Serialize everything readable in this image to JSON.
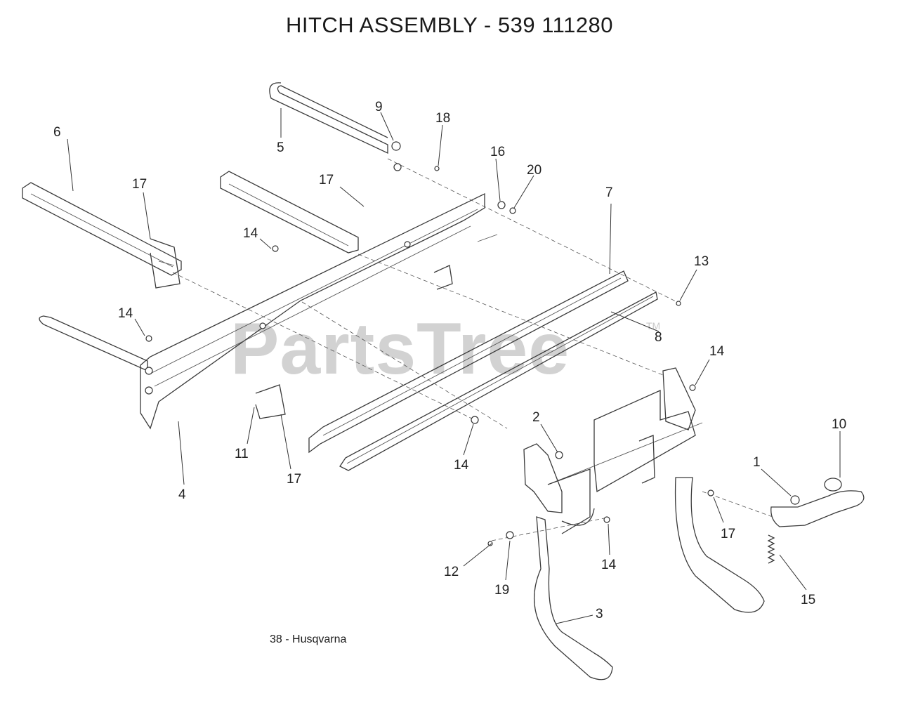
{
  "title": "HITCH ASSEMBLY - 539 111280",
  "footer": "38 - Husqvarna",
  "watermark": {
    "text": "PartsTree",
    "trademark": "TM"
  },
  "colors": {
    "line": "#3a3a3a",
    "text": "#1a1a1a",
    "watermark": "#d2d2d2",
    "background": "#ffffff"
  },
  "callouts": [
    "1",
    "2",
    "3",
    "4",
    "5",
    "6",
    "7",
    "8",
    "9",
    "10",
    "11",
    "12",
    "13",
    "14",
    "15",
    "16",
    "17",
    "18",
    "19",
    "20"
  ]
}
